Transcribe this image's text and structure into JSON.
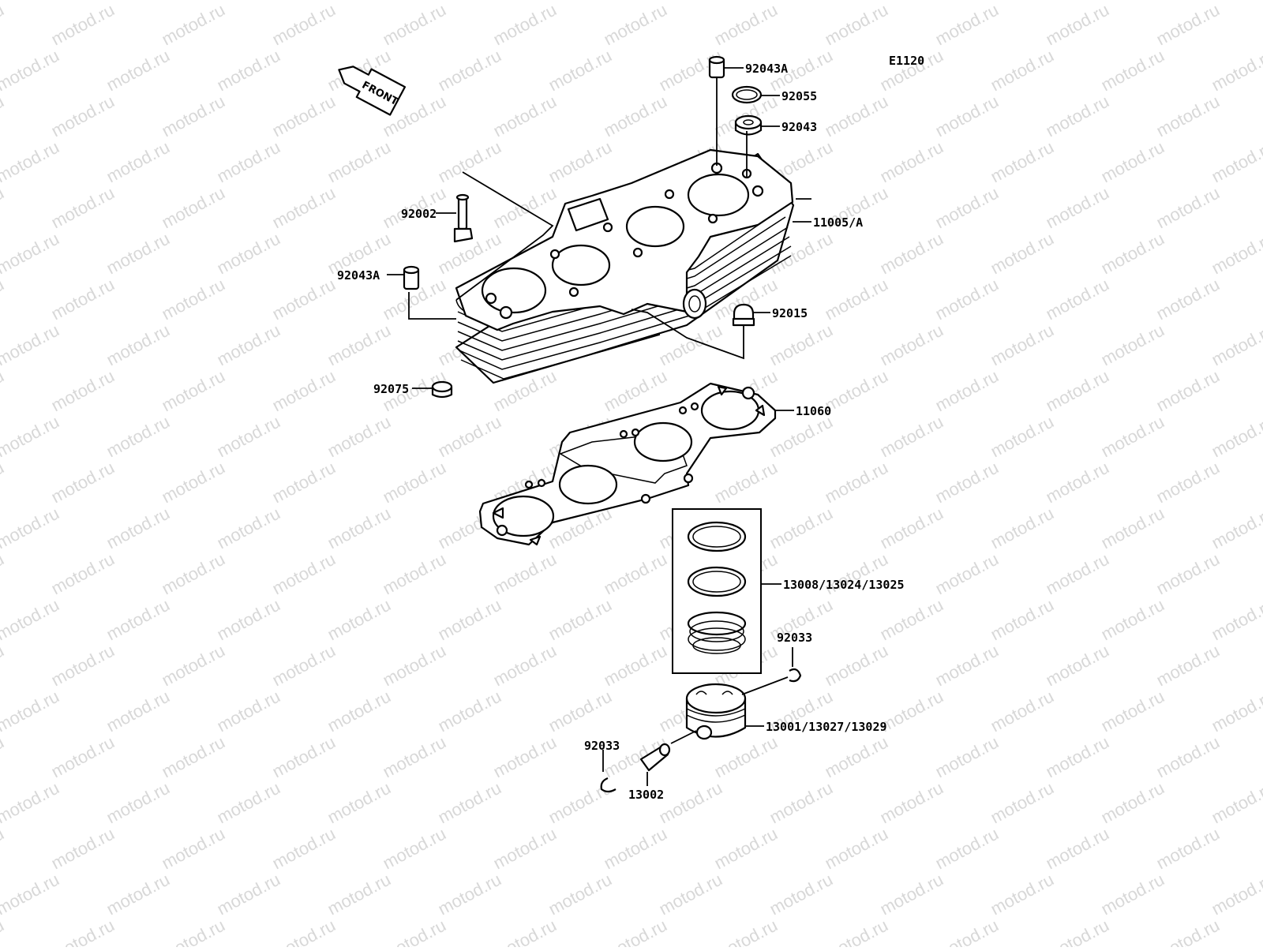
{
  "diagram": {
    "code": "E1120",
    "front_label": "FRONT",
    "watermark": "motod.ru",
    "callouts": [
      {
        "id": "92043A-top",
        "label": "92043A"
      },
      {
        "id": "92055",
        "label": "92055"
      },
      {
        "id": "92043",
        "label": "92043"
      },
      {
        "id": "11005A",
        "label": "11005/A"
      },
      {
        "id": "92002",
        "label": "92002"
      },
      {
        "id": "92043A-left",
        "label": "92043A"
      },
      {
        "id": "92015",
        "label": "92015"
      },
      {
        "id": "92075",
        "label": "92075"
      },
      {
        "id": "11060",
        "label": "11060"
      },
      {
        "id": "rings",
        "label": "13008/13024/13025"
      },
      {
        "id": "92033-right",
        "label": "92033"
      },
      {
        "id": "piston",
        "label": "13001/13027/13029"
      },
      {
        "id": "92033-left",
        "label": "92033"
      },
      {
        "id": "13002",
        "label": "13002"
      }
    ]
  }
}
